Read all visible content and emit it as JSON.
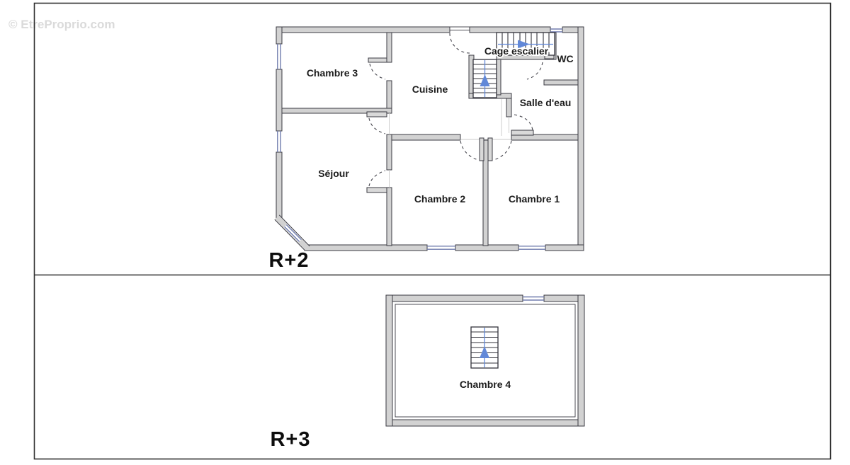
{
  "watermark": "© EtreProprio.com",
  "floors": [
    {
      "label": "R+2",
      "rooms": [
        "Chambre 3",
        "Cuisine",
        "Cage escalier",
        "WC",
        "Salle d'eau",
        "Séjour",
        "Chambre 2",
        "Chambre 1"
      ]
    },
    {
      "label": "R+3",
      "rooms": [
        "Chambre 4"
      ]
    }
  ],
  "icons": {
    "stair_up_arrow": "up-arrow",
    "stair_right_arrow": "right-arrow"
  },
  "colors": {
    "wall_fill": "#d2d2d2",
    "wall_outline": "#3b3b43",
    "window": "#707cae",
    "stair_arrow": "#6188d8",
    "text": "#1b1b1b",
    "watermark": "#dadada",
    "frame": "#2f2f2f"
  }
}
